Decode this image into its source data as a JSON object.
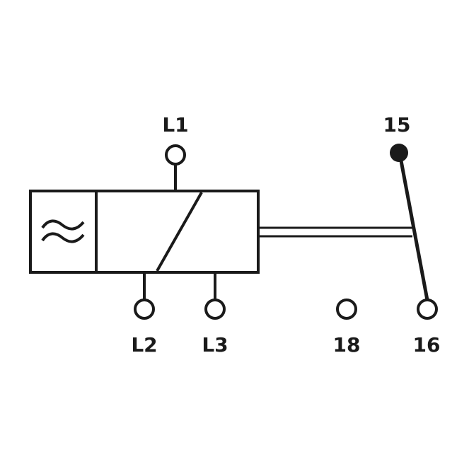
{
  "terminals": {
    "l1": "L1",
    "l2": "L2",
    "l3": "L3",
    "t15": "15",
    "t16": "16",
    "t18": "18"
  },
  "colors": {
    "stroke": "#1a1a1a",
    "background": "#ffffff"
  },
  "icons": [
    "ac-supply-symbol",
    "relay-coil-symbol",
    "changeover-contact-symbol"
  ]
}
